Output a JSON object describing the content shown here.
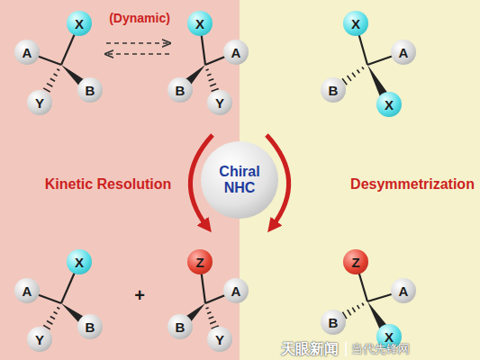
{
  "diagram": {
    "nodes": [
      {
        "text": [
          "X"
        ]
      },
      {
        "text": [
          "A"
        ]
      },
      {
        "text": [
          "B"
        ]
      },
      {
        "text": [
          "Y"
        ]
      },
      {
        "text": [
          "X"
        ]
      },
      {
        "text": [
          "A"
        ]
      },
      {
        "text": [
          "B"
        ]
      },
      {
        "text": [
          "Y"
        ]
      },
      {
        "text": [
          "X"
        ]
      },
      {
        "text": [
          "A"
        ]
      },
      {
        "text": [
          "B"
        ]
      },
      {
        "text": [
          "X"
        ]
      },
      {
        "text": [
          "Chiral NHC"
        ]
      },
      {
        "text": [
          "X"
        ]
      },
      {
        "text": [
          "A"
        ]
      },
      {
        "text": [
          "B"
        ]
      },
      {
        "text": [
          "Y"
        ]
      },
      {
        "text": [
          "Z"
        ]
      },
      {
        "text": [
          "A"
        ]
      },
      {
        "text": [
          "B"
        ]
      },
      {
        "text": [
          "Y"
        ]
      },
      {
        "text": [
          "Z"
        ]
      },
      {
        "text": [
          "A"
        ]
      },
      {
        "text": [
          "B"
        ]
      },
      {
        "text": [
          "X"
        ]
      }
    ],
    "labels": [
      "(Dynamic)",
      "Kinetic Resolution",
      "Desymmetrization",
      "+",
      "天眼新闻",
      "当代先锋网"
    ]
  }
}
